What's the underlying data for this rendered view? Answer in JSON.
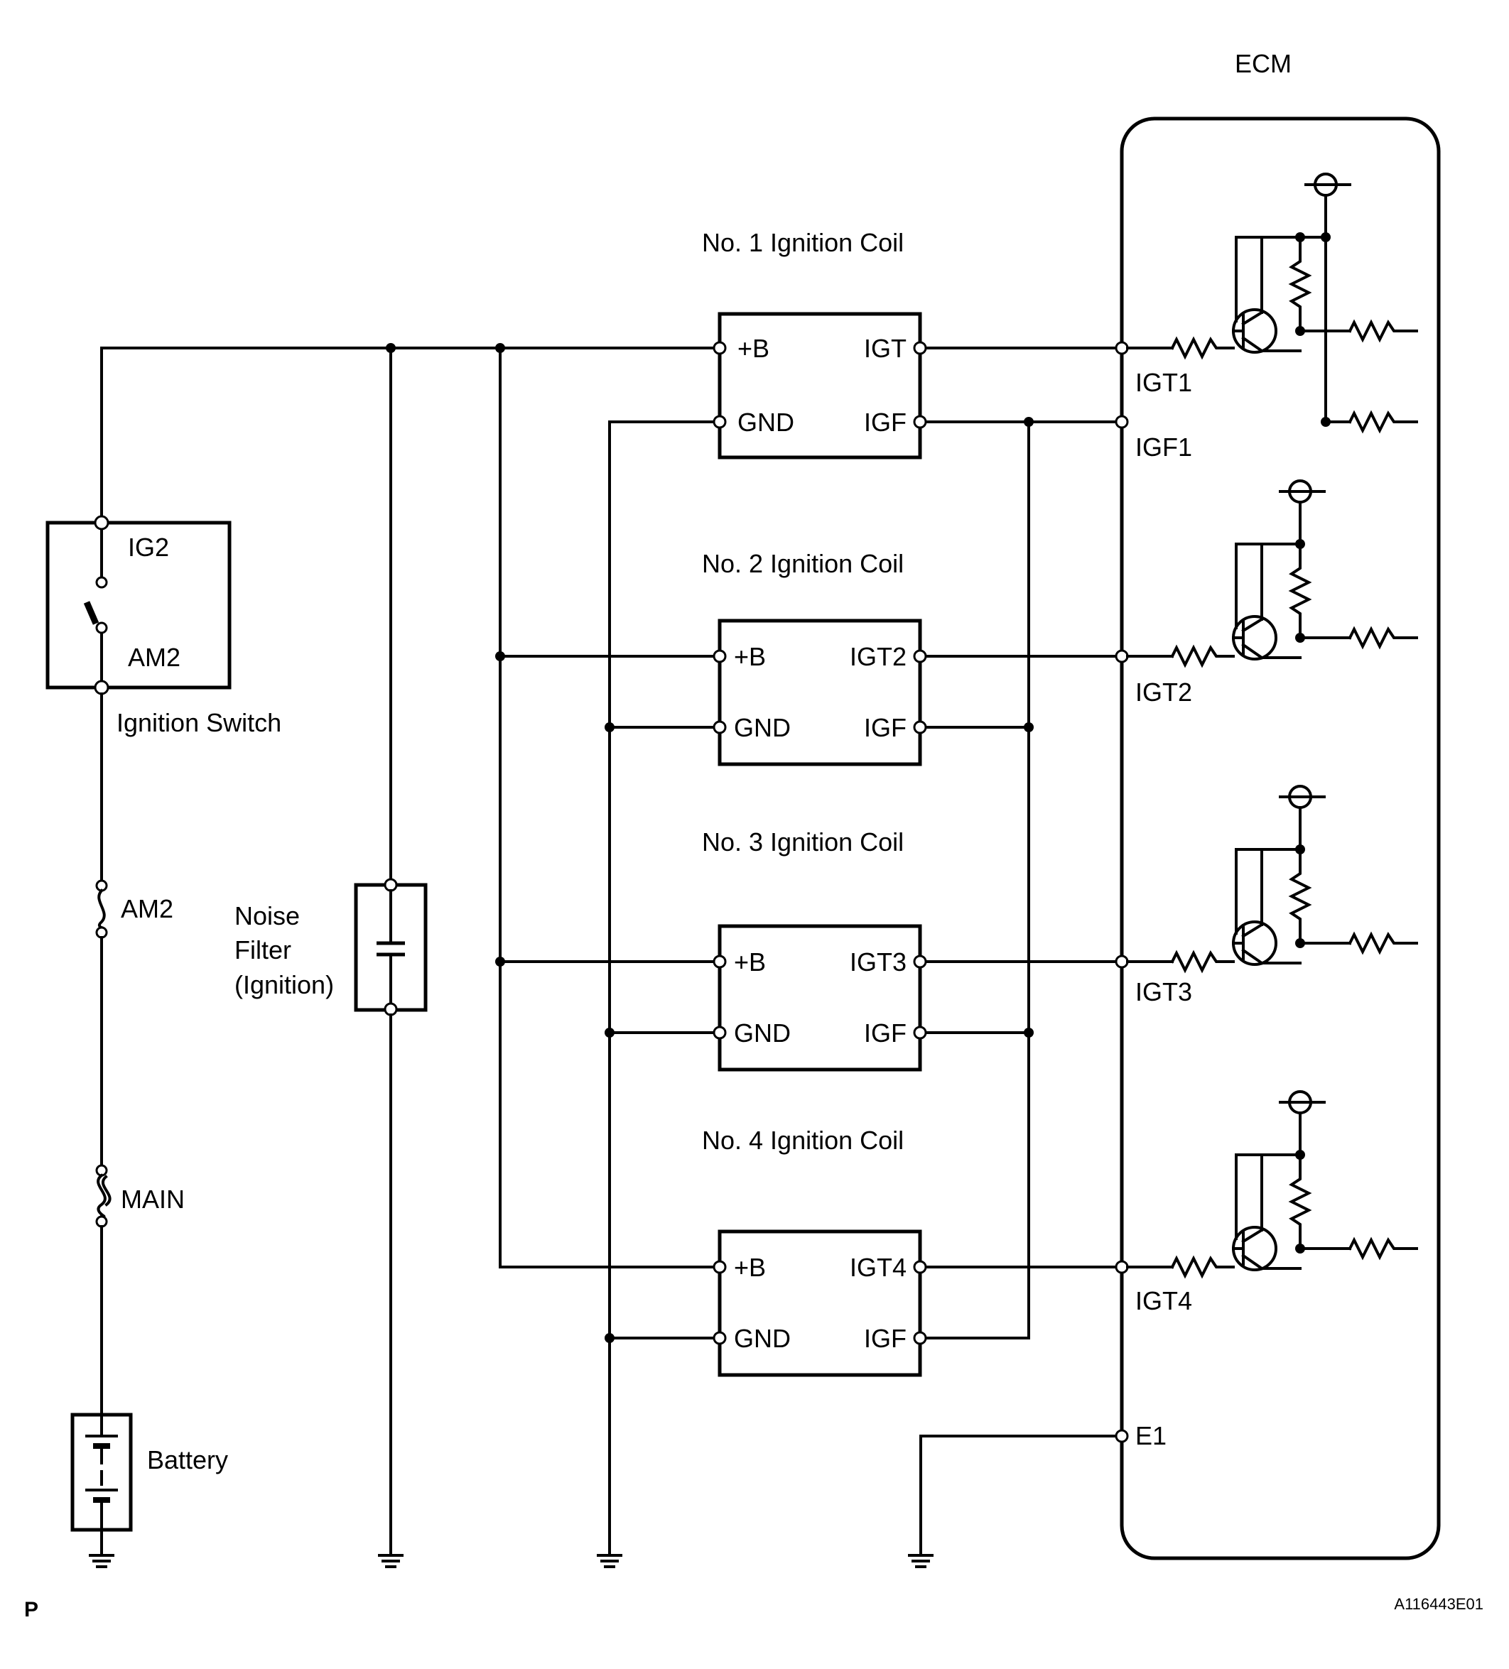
{
  "labels": {
    "ecm": "ECM",
    "coil1": "No. 1 Ignition Coil",
    "coil2": "No. 2 Ignition Coil",
    "coil3": "No. 3 Ignition Coil",
    "coil4": "No. 4 Ignition Coil",
    "pin_b": "+B",
    "pin_gnd": "GND",
    "pin_igf": "IGF",
    "coil1_igt": "IGT",
    "coil2_igt": "IGT2",
    "coil3_igt": "IGT3",
    "coil4_igt": "IGT4",
    "ecm_igt1": "IGT1",
    "ecm_igf1": "IGF1",
    "ecm_igt2": "IGT2",
    "ecm_igt3": "IGT3",
    "ecm_igt4": "IGT4",
    "ecm_e1": "E1",
    "sw_ig2": "IG2",
    "sw_am2": "AM2",
    "ignition_switch": "Ignition Switch",
    "fuse_am2": "AM2",
    "fuse_main": "MAIN",
    "battery": "Battery",
    "noise_filter": [
      "Noise",
      "Filter",
      "(Ignition)"
    ],
    "corner_mark": "P",
    "figure_code": "A116443E01"
  }
}
